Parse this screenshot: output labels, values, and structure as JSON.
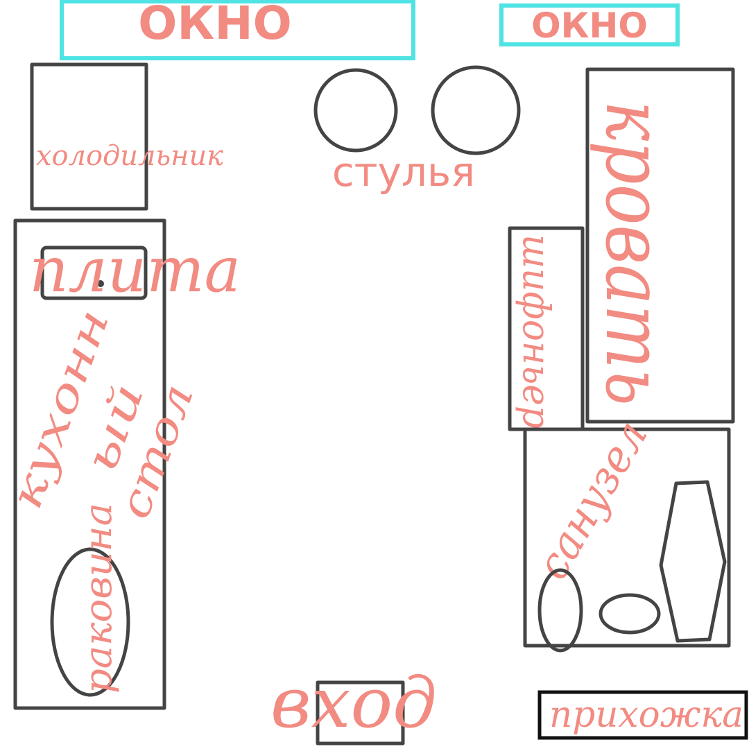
{
  "colors": {
    "label": "#f28b82",
    "entrance_label": "#f05a5a",
    "outline": "#444444",
    "window": "#4fe3e3"
  },
  "labels": {
    "window_left": "ОКНО",
    "window_right": "ОКНО",
    "fridge": "холодильник",
    "chairs": "стулья",
    "bed": "кровать",
    "stove": "плита",
    "wardrobe": "шифоньер",
    "kitchen_counter_line1": "кухонн",
    "kitchen_counter_line2": "ый",
    "kitchen_counter_line3": "стол",
    "sink": "раковина",
    "bathroom": "санузел",
    "entrance": "вход",
    "hallway": "прихожка"
  }
}
